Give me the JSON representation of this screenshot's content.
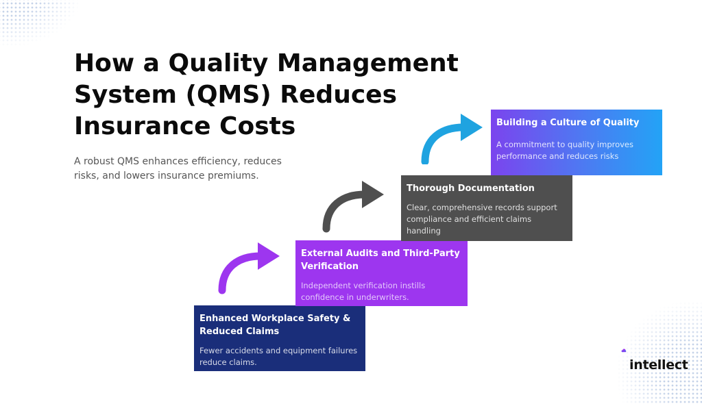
{
  "title": "How a Quality Management System (QMS) Reduces Insurance Costs",
  "subtitle": "A robust QMS enhances efficiency, reduces risks, and lowers insurance premiums.",
  "steps": [
    {
      "heading": "Enhanced Workplace Safety & Reduced Claims",
      "text": "Fewer accidents and equipment failures reduce claims.",
      "color": "#1a2e7a"
    },
    {
      "heading": "External Audits and Third-Party Verification",
      "text": "Independent verification instills confidence in underwriters.",
      "color": "#9d36ef"
    },
    {
      "heading": "Thorough Documentation",
      "text": "Clear, comprehensive records support compliance and efficient claims handling",
      "color": "#4f4f4f"
    },
    {
      "heading": "Building a Culture of Quality",
      "text": "A commitment to quality improves performance and reduces risks",
      "color": "#4c7bf2"
    }
  ],
  "arrows": [
    {
      "icon": "curved-arrow-icon",
      "color": "#9d36ef"
    },
    {
      "icon": "curved-arrow-icon",
      "color": "#4f4f4f"
    },
    {
      "icon": "curved-arrow-icon",
      "color": "#1fa3e0"
    }
  ],
  "logo": {
    "text": "intellect",
    "icon": "cloud-icon"
  }
}
